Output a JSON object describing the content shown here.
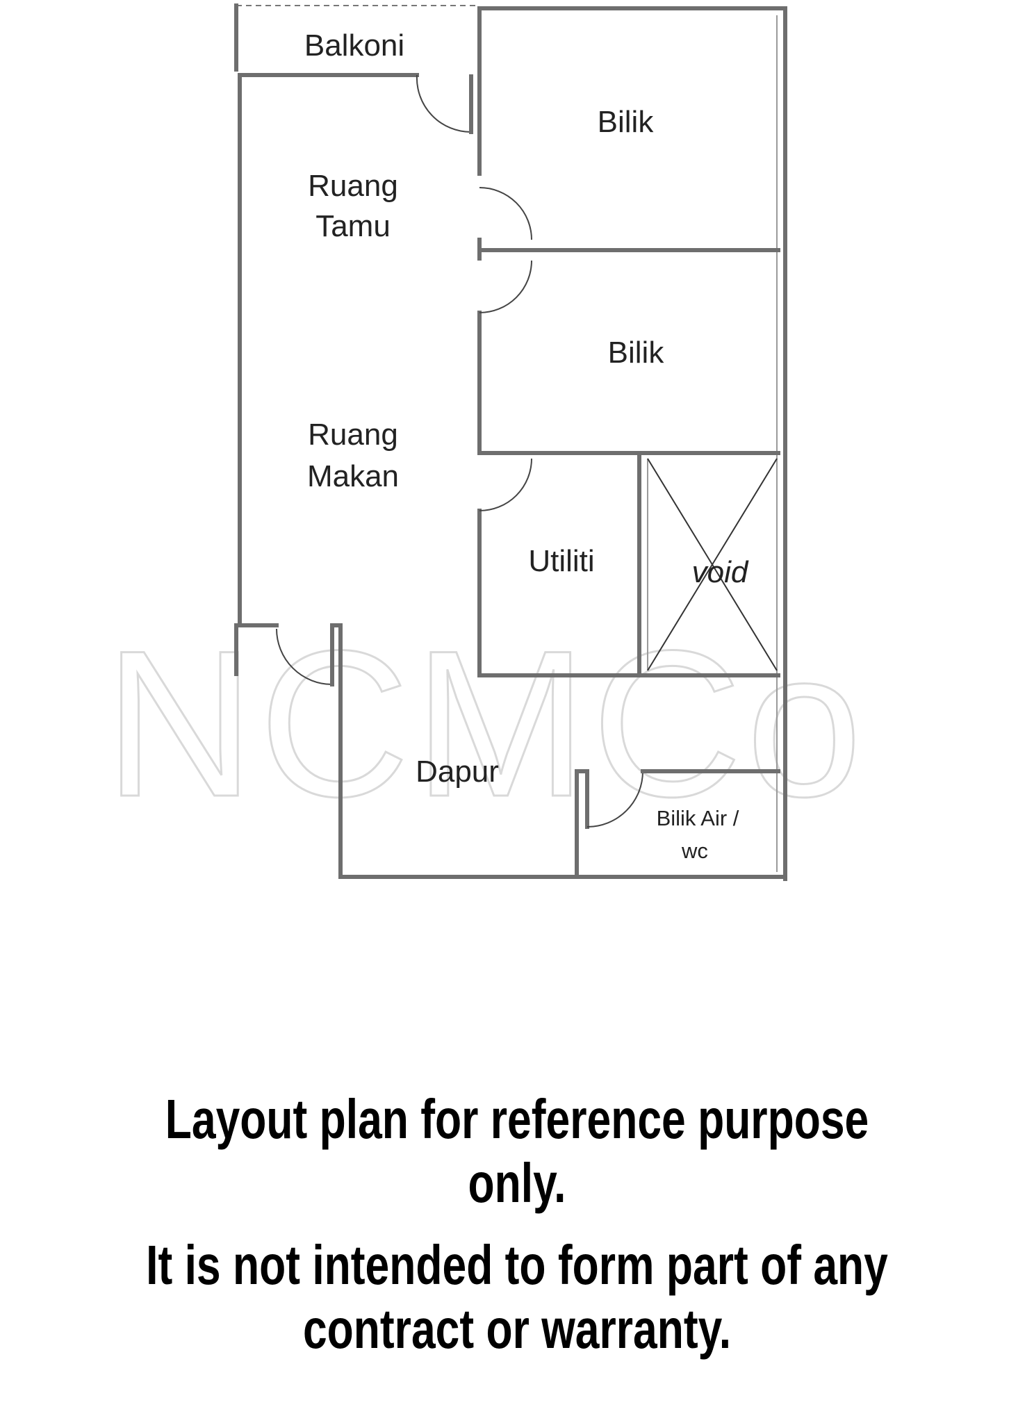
{
  "plan": {
    "rooms": {
      "balkoni": "Balkoni",
      "bilik_1": "Bilik",
      "bilik_2": "Bilik",
      "ruang_tamu_line1": "Ruang",
      "ruang_tamu_line2": "Tamu",
      "ruang_makan_line1": "Ruang",
      "ruang_makan_line2": "Makan",
      "utiliti": "Utiliti",
      "void": "void",
      "dapur": "Dapur",
      "bilik_air_line1": "Bilik Air /",
      "bilik_air_line2": "wc"
    },
    "watermark": "NCMCo"
  },
  "notes": {
    "line1": "Layout plan for reference purpose only.",
    "line2": "It is not intended to form part of any contract or warranty."
  }
}
